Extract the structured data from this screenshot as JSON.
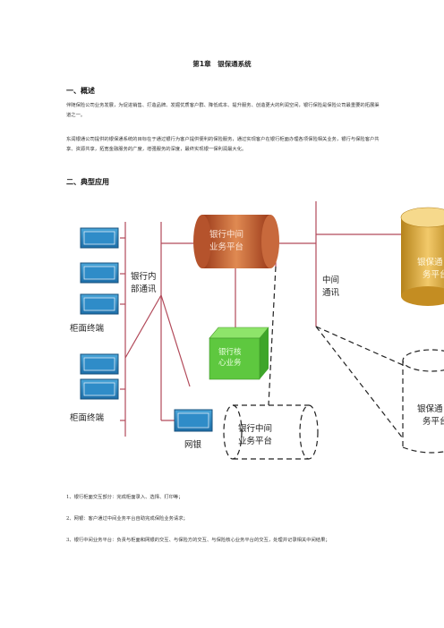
{
  "chapter_title": "第1章　银保通系统",
  "sections": {
    "overview_heading": "一、概述",
    "overview_p1": "伴随保险公司业务发展，为促进销售、打造品牌、发掘优质客户群、降低成本、提升服务、创造更大的利润空间，银行保险是保险公司最重要的拓展渠道之一。",
    "overview_p2": "东润银通公司提供的银保通系统的目标在于通过银行为客户提供便利的保险服务，通过实现客户在银行柜面办理各项保险相关业务，银行与保险客户共享、资源共享，拓宽金融服务的广度，增强服务的深度，最终实现银一保利润最大化。",
    "typical_heading": "二、典型应用"
  },
  "diagram": {
    "bank_middle_platform": "银行中间\n业务平台",
    "bank_internal_comm": "银行内\n部通讯",
    "counter_terminal_1": "柜面终端",
    "counter_terminal_2": "柜面终端",
    "bank_core": "银行核\n心业务",
    "middle_comm": "中间\n通讯",
    "yinbaotong_platform": "银保通\n务平台",
    "yinbaotong_platform_dashed": "银保通\n务平台",
    "bank_middle_platform_dashed": "银行中间\n业务平台",
    "online_banking": "网银"
  },
  "notes": [
    "1、银行柜面交互部分：完成柜面录入、选择、打印等；",
    "2、网银：客户通过中间业务平台自助完成保险业务请求；",
    "3、银行中间业务平台：负责与柜面和网银的交互、与保险方的交互、与保险核心业务平台的交互，处理并记录相关中间结果；"
  ]
}
